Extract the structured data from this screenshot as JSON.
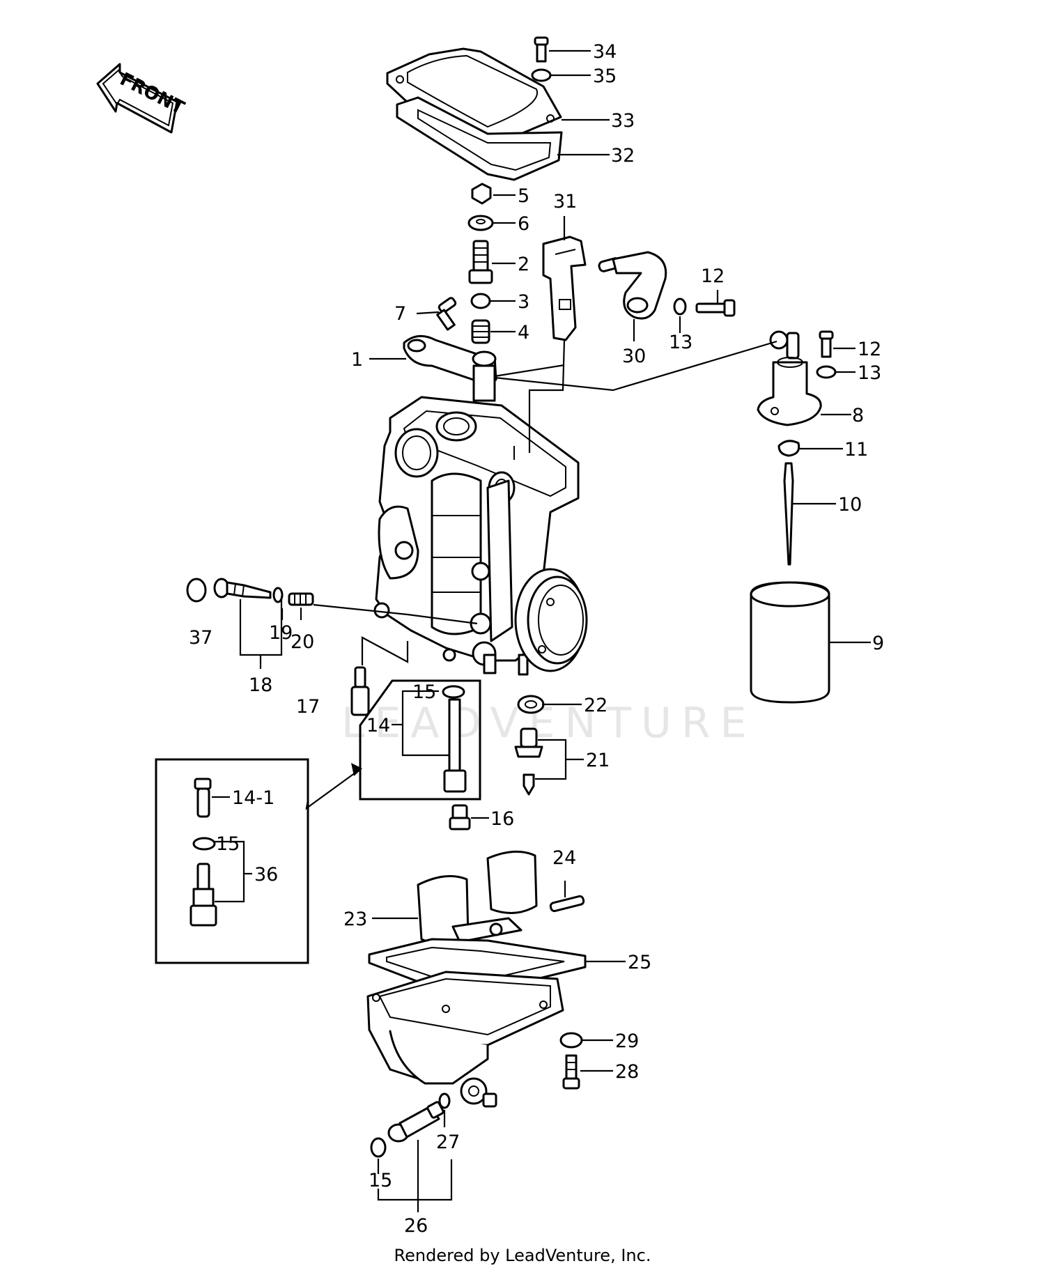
{
  "watermark": "LEADVENTURE",
  "front_marker": "FRONT",
  "footer": "Rendered by LeadVenture, Inc.",
  "callouts": {
    "c1": "1",
    "c2": "2",
    "c3": "3",
    "c4": "4",
    "c5": "5",
    "c6": "6",
    "c7": "7",
    "c8": "8",
    "c9": "9",
    "c10": "10",
    "c11": "11",
    "c12a": "12",
    "c12b": "12",
    "c13a": "13",
    "c13b": "13",
    "c14": "14",
    "c14_1": "14-1",
    "c15a": "15",
    "c15b": "15",
    "c15c": "15",
    "c16": "16",
    "c17": "17",
    "c18": "18",
    "c19": "19",
    "c20": "20",
    "c21": "21",
    "c22": "22",
    "c23": "23",
    "c24": "24",
    "c25": "25",
    "c26": "26",
    "c27": "27",
    "c28": "28",
    "c29": "29",
    "c30": "30",
    "c31": "31",
    "c32": "32",
    "c33": "33",
    "c34": "34",
    "c35": "35",
    "c36": "36",
    "c37": "37"
  }
}
